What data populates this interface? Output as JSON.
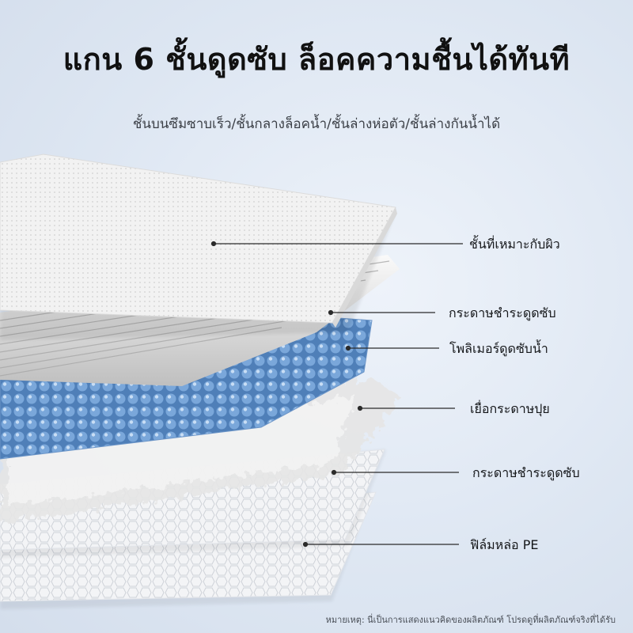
{
  "header": {
    "title": "แกน 6 ชั้นดูดซับ ล็อคความชื้นได้ทันที",
    "subtitle": "ชั้นบนซึมซาบเร็ว/ชั้นกลางล็อคน้ำ/ชั้นล่างห่อตัว/ชั้นล่างกันน้ำได้"
  },
  "layers": [
    {
      "label": "ชั้นที่เหมาะกับผิว"
    },
    {
      "label": "กระดาษชำระดูดซับ"
    },
    {
      "label": "โพลิเมอร์ดูดซับน้ำ"
    },
    {
      "label": "เยื่อกระดาษปุย"
    },
    {
      "label": "กระดาษชำระดูดซับ"
    },
    {
      "label": "ฟิล์มหล่อ PE"
    }
  ],
  "footer": {
    "disclaimer": "หมายเหตุ: นี่เป็นการแสดงแนวคิดของผลิตภัณฑ์ โปรดดูที่ผลิตภัณฑ์จริงที่ได้รับ"
  },
  "colors": {
    "background": "#dfe7f3",
    "polymer": "#6f9fd3",
    "fluff": "#e4e4e4",
    "sheet": "#f4f4f4"
  }
}
